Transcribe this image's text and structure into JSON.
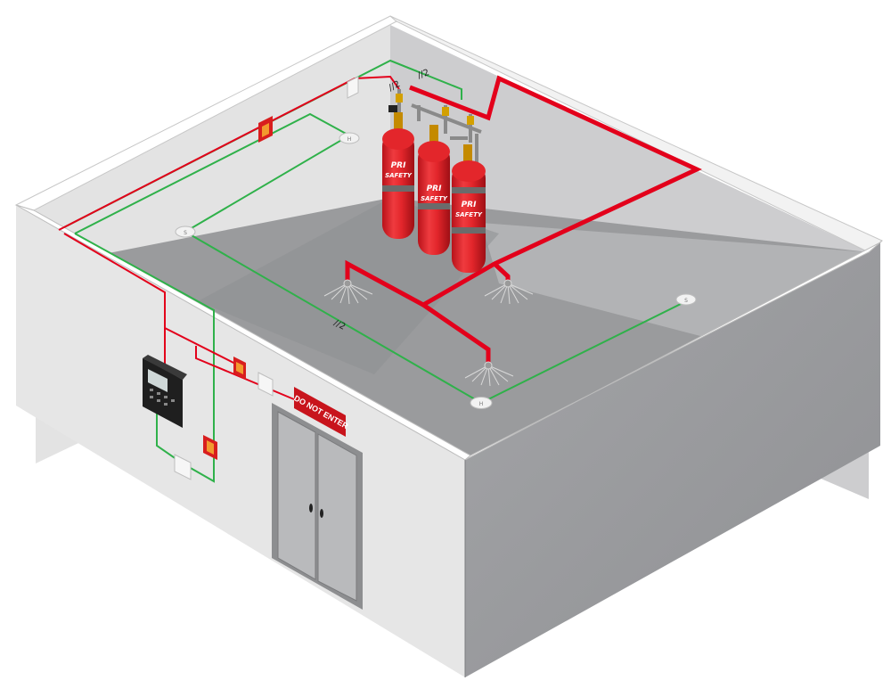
{
  "cylinders": [
    {
      "brand_line1": "PRI",
      "brand_line2": "SAFETY"
    },
    {
      "brand_line1": "PRI",
      "brand_line2": "SAFETY"
    },
    {
      "brand_line1": "PRI",
      "brand_line2": "SAFETY"
    }
  ],
  "door_sign": "DO NOT ENTER",
  "wire_marks": [
    "//2",
    "//2",
    "//2"
  ],
  "detectors": {
    "heat": "H",
    "smoke": "S"
  },
  "colors": {
    "pipe": "#e3001b",
    "signal_wire": "#2fb14a",
    "cylinder": "#e3262b",
    "floor": "#9a9b9d",
    "wall": "#e4e4e4",
    "door": "#8d8e90"
  }
}
